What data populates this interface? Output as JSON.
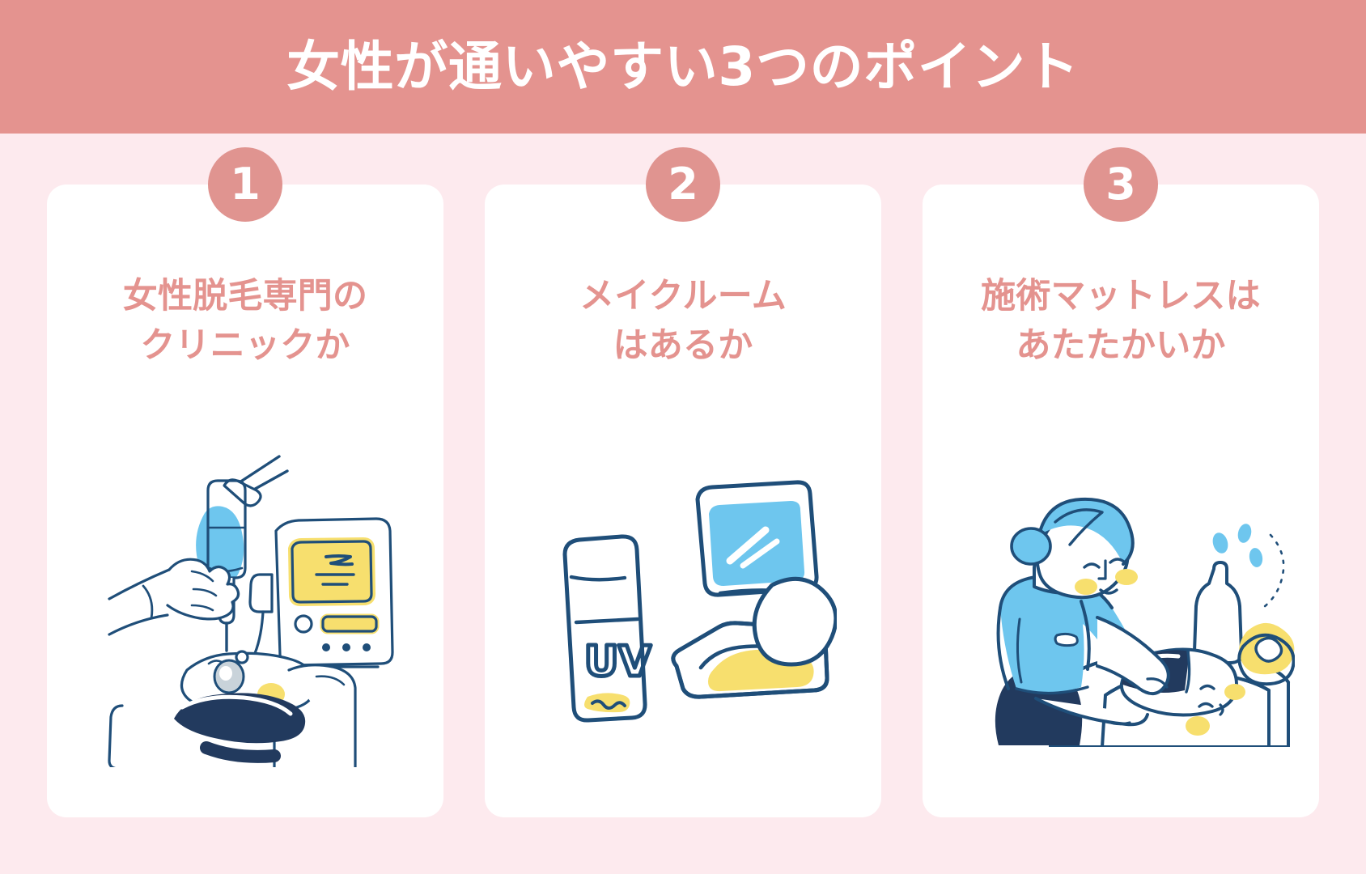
{
  "header": {
    "title": "女性が通いやすい3つのポイント",
    "background_color": "#e4938f",
    "text_color": "#ffffff"
  },
  "page": {
    "background_color": "#fdeaee",
    "card_background_color": "#ffffff",
    "accent_color": "#e4938f",
    "badge_color": "#e09490",
    "illustration_ink": "#1f4e79",
    "illustration_blue": "#6ec6ee",
    "illustration_yellow": "#f7df6e",
    "illustration_navy": "#223a5e"
  },
  "cards": [
    {
      "badge": "1",
      "title_line1": "女性脱毛専門の",
      "title_line2": "クリニックか",
      "illustration_name": "laser-hair-removal-treatment-illustration"
    },
    {
      "badge": "2",
      "title_line1": "メイクルーム",
      "title_line2": "はあるか",
      "illustration_name": "uv-bottle-and-makeup-compact-illustration",
      "uv_label": "UV"
    },
    {
      "badge": "3",
      "title_line1": "施術マットレスは",
      "title_line2": "あたたかいか",
      "illustration_name": "esthetician-treating-client-on-mattress-illustration"
    }
  ]
}
